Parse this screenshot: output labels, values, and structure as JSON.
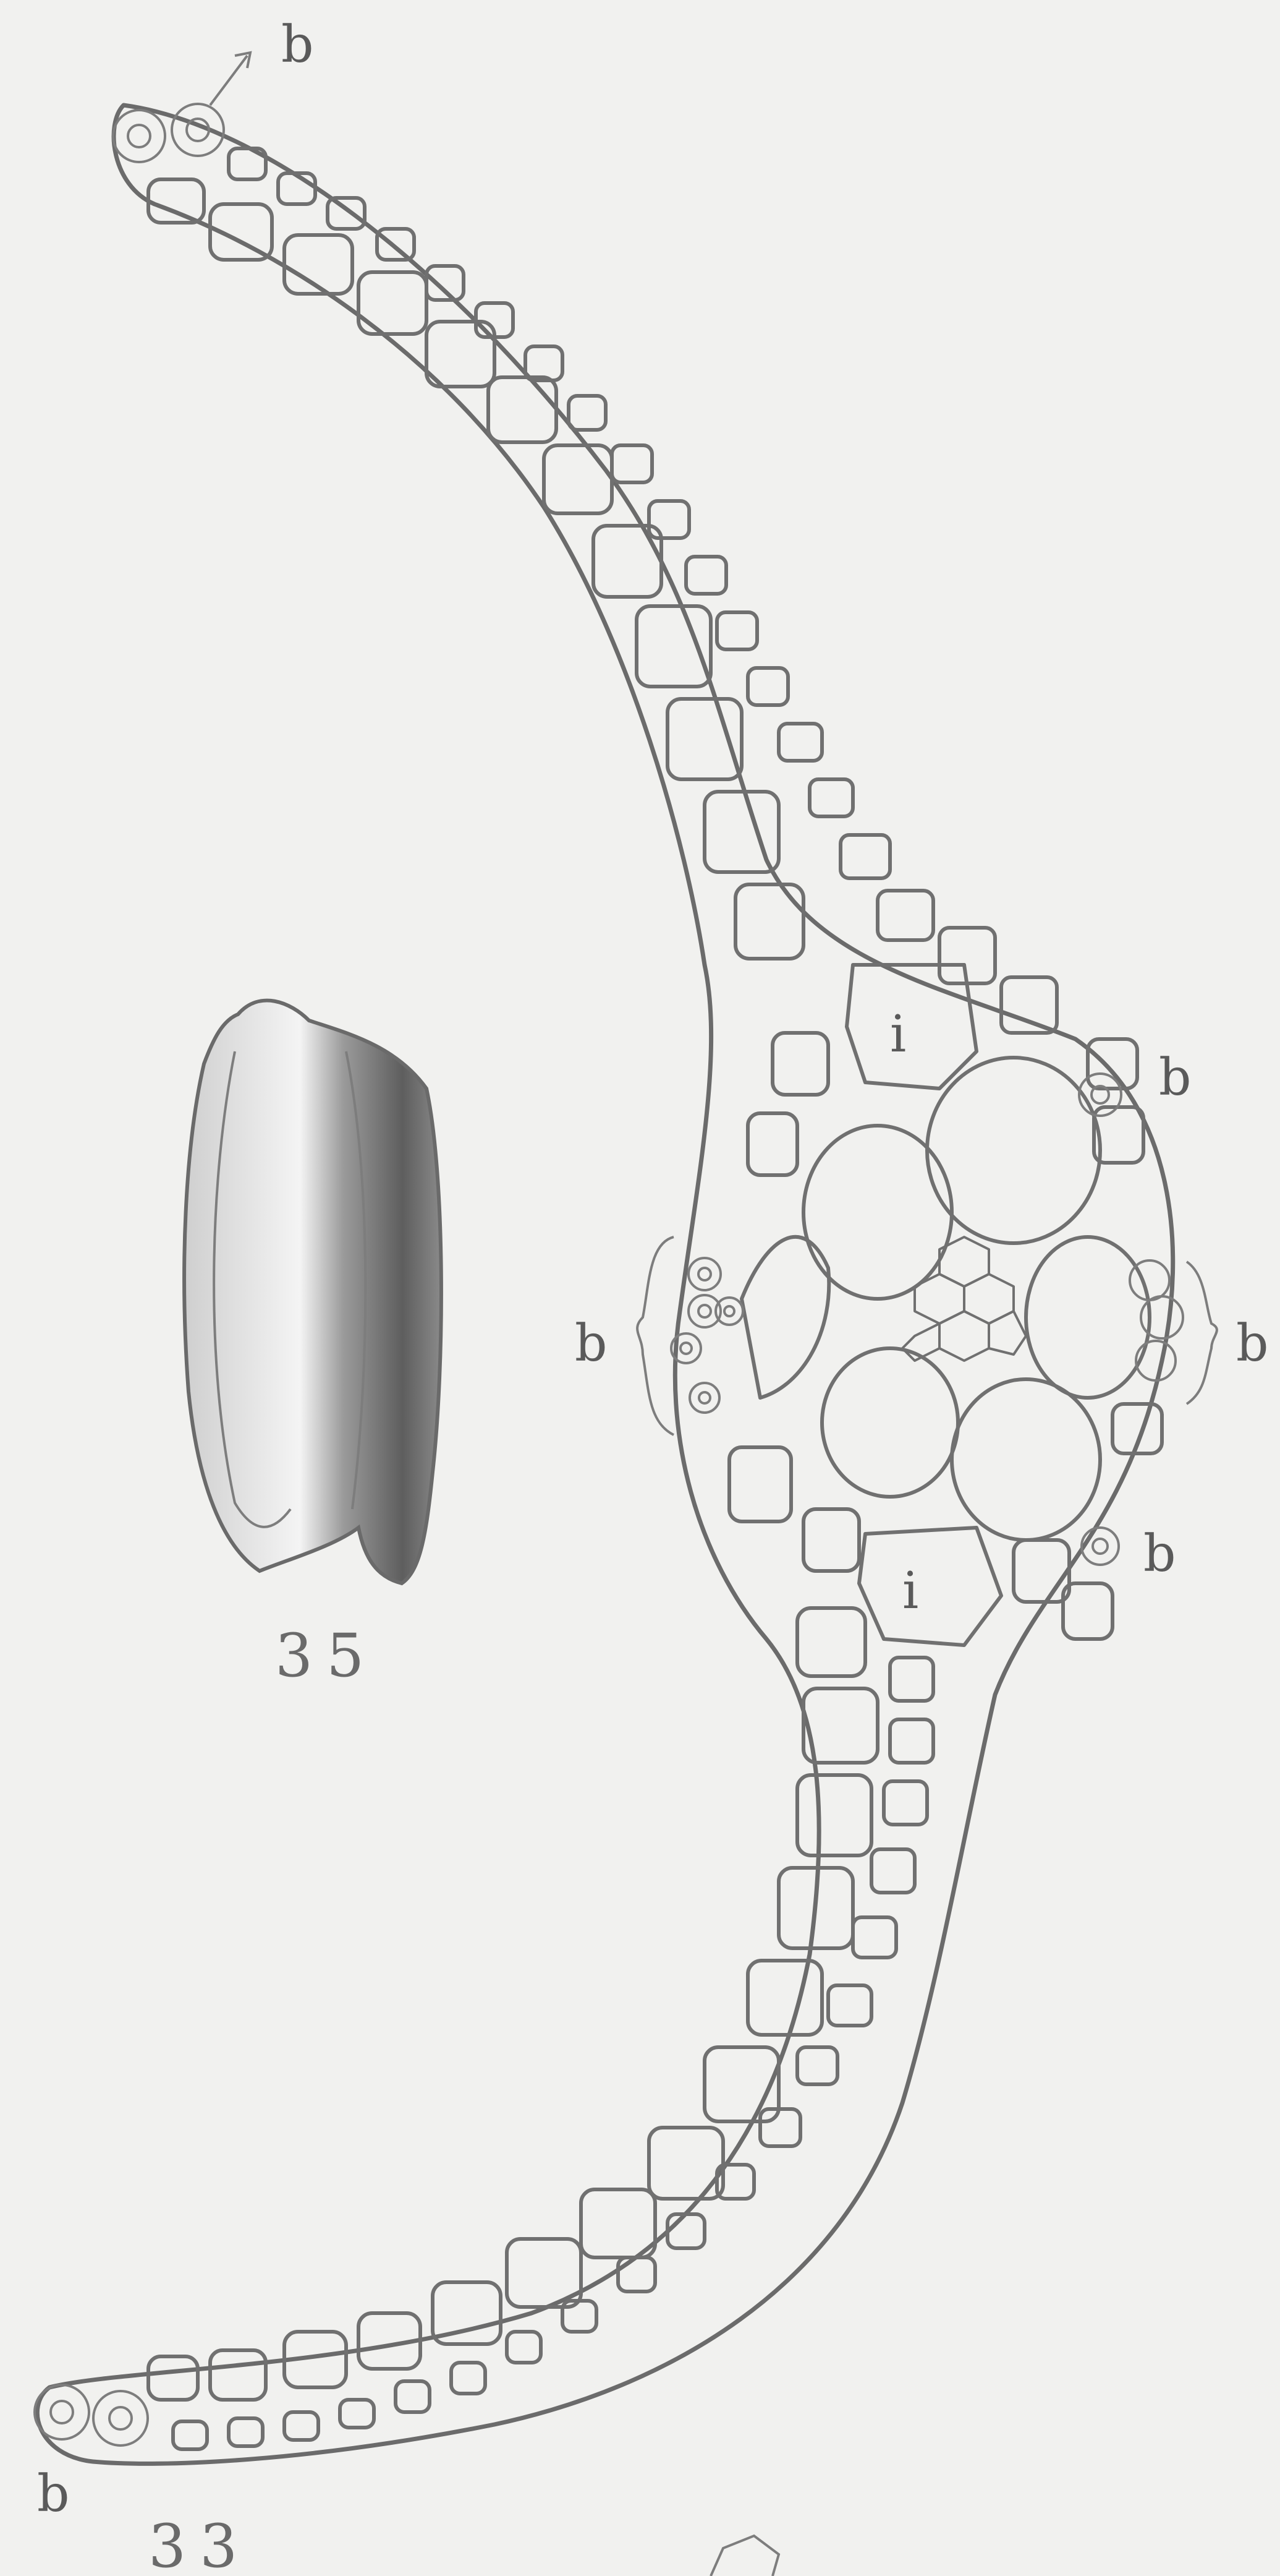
{
  "plate": {
    "figure_labels": {
      "cross_section": "33",
      "grain": "35"
    },
    "part_labels": {
      "b_top": "b",
      "b_right_upper": "b",
      "b_right_brace": "b",
      "b_left_brace": "b",
      "b_right_lower": "b",
      "b_bottom": "b",
      "i_upper": "i",
      "i_lower": "i"
    }
  },
  "colors": {
    "paper": "#f1f1ef",
    "ink": "#6b6b6b"
  }
}
